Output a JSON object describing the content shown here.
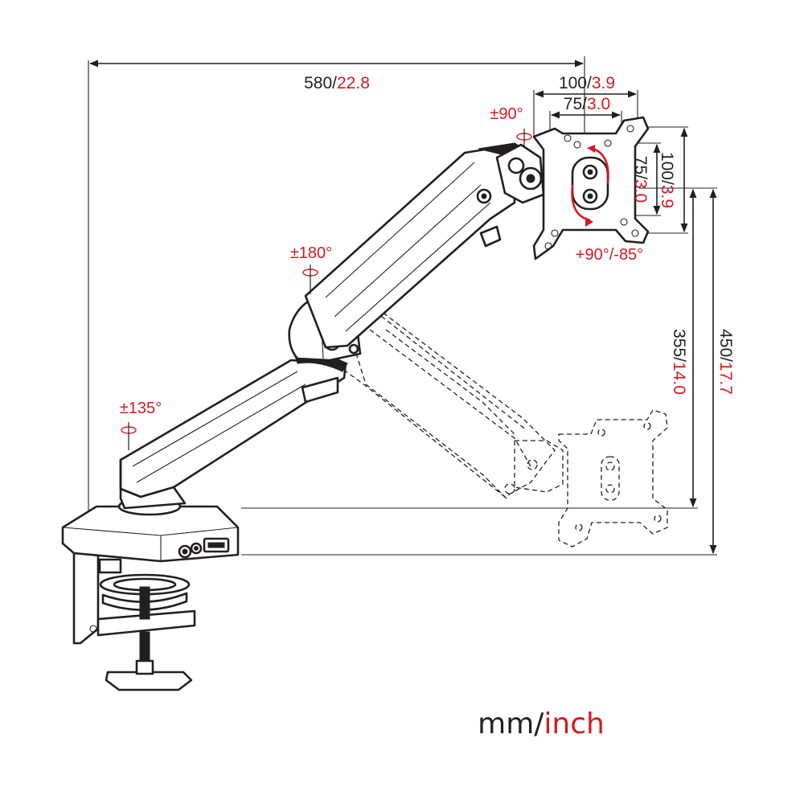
{
  "dimensions": {
    "width": {
      "mm": "580",
      "sep": "/",
      "inch": "22.8"
    },
    "vesa_h_outer": {
      "mm": "100",
      "sep": "/",
      "inch": "3.9"
    },
    "vesa_h_inner": {
      "mm": "75",
      "sep": "/",
      "inch": "3.0"
    },
    "vesa_v_inner": {
      "mm": "75",
      "sep": "/",
      "inch": "3.0"
    },
    "vesa_v_outer": {
      "mm": "100",
      "sep": "/",
      "inch": "3.9"
    },
    "height_low": {
      "mm": "355",
      "sep": "/",
      "inch": "14.0"
    },
    "height_high": {
      "mm": "450",
      "sep": "/",
      "inch": "17.7"
    }
  },
  "angles": {
    "head_swivel": "±90°",
    "head_rotation": "+90°/-85°",
    "elbow_swivel": "±180°",
    "base_swivel": "±135°"
  },
  "units": {
    "mm": "mm",
    "sep": "/",
    "inch": "inch"
  },
  "colors": {
    "line": "#231f20",
    "accent": "#d71920"
  }
}
